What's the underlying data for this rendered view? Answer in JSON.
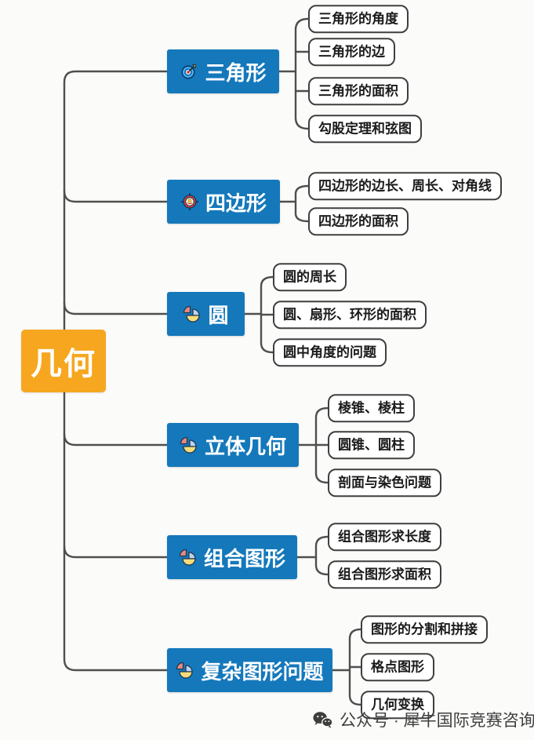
{
  "root": {
    "label": "几何"
  },
  "branches": [
    {
      "label": "三角形",
      "icon": "dartboard-icon",
      "children": [
        "三角形的角度",
        "三角形的边",
        "三角形的面积",
        "勾股定理和弦图"
      ]
    },
    {
      "label": "四边形",
      "icon": "compass-icon",
      "children": [
        "四边形的边长、周长、对角线",
        "四边形的面积"
      ]
    },
    {
      "label": "圆",
      "icon": "pie-chart-icon",
      "children": [
        "圆的周长",
        "圆、扇形、环形的面积",
        "圆中角度的问题"
      ]
    },
    {
      "label": "立体几何",
      "icon": "pie-chart-icon",
      "children": [
        "棱锥、棱柱",
        "圆锥、圆柱",
        "剖面与染色问题"
      ]
    },
    {
      "label": "组合图形",
      "icon": "pie-chart-icon",
      "children": [
        "组合图形求长度",
        "组合图形求面积"
      ]
    },
    {
      "label": "复杂图形问题",
      "icon": "pie-chart-icon",
      "children": [
        "图形的分割和拼接",
        "格点图形",
        "几何变换"
      ]
    }
  ],
  "footer": {
    "label": "公众号 · 犀牛国际竞赛咨询",
    "icon": "wechat-icon"
  },
  "colors": {
    "branch_bg": "#1478bb",
    "root_bg": "#f6a71f",
    "line": "#4f4f4f",
    "child_border": "#3f3f3f",
    "pie_red": "#e98b80",
    "pie_blue": "#b8d4f0",
    "pie_yellow": "#f6dd7a"
  }
}
